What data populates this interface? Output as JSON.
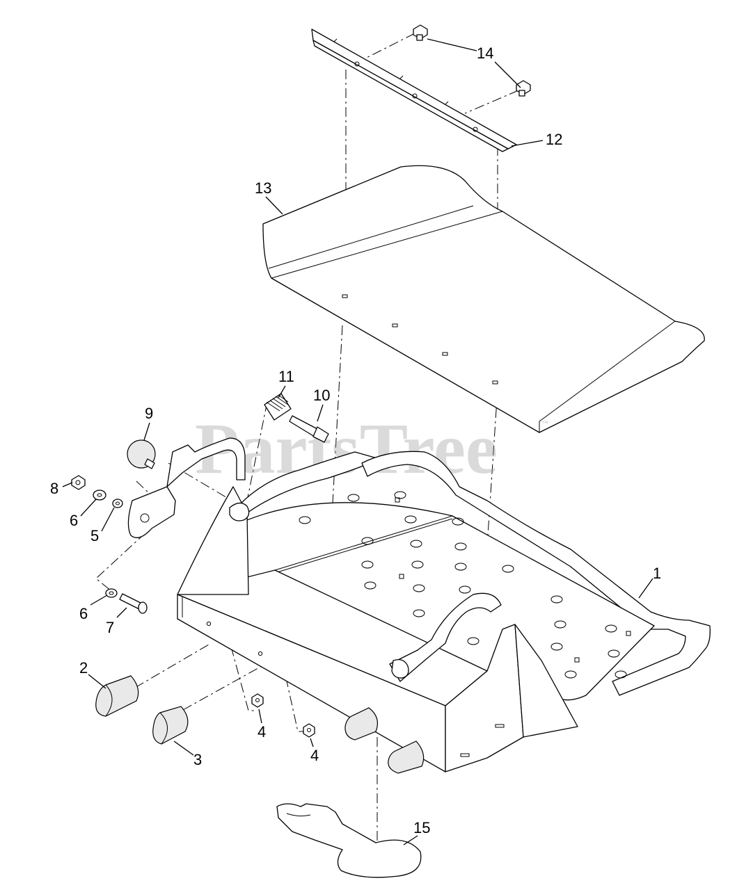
{
  "watermark": {
    "text": "PartsTree",
    "mark": "™"
  },
  "callouts": [
    {
      "id": "c1",
      "label": "1"
    },
    {
      "id": "c2",
      "label": "2"
    },
    {
      "id": "c3",
      "label": "3"
    },
    {
      "id": "c4a",
      "label": "4"
    },
    {
      "id": "c4b",
      "label": "4"
    },
    {
      "id": "c5",
      "label": "5"
    },
    {
      "id": "c6a",
      "label": "6"
    },
    {
      "id": "c6b",
      "label": "6"
    },
    {
      "id": "c7",
      "label": "7"
    },
    {
      "id": "c8",
      "label": "8"
    },
    {
      "id": "c9",
      "label": "9"
    },
    {
      "id": "c10",
      "label": "10"
    },
    {
      "id": "c11",
      "label": "11"
    },
    {
      "id": "c12",
      "label": "12"
    },
    {
      "id": "c13",
      "label": "13"
    },
    {
      "id": "c14",
      "label": "14"
    },
    {
      "id": "c15",
      "label": "15"
    }
  ]
}
